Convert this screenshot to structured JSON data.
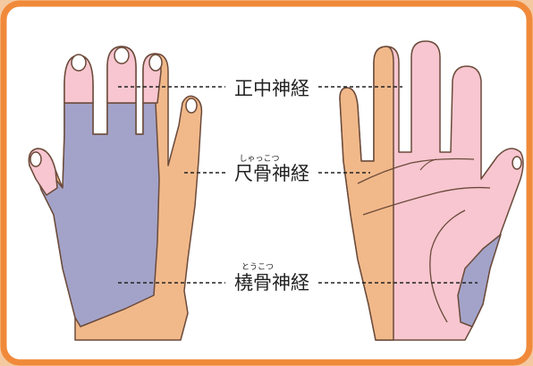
{
  "labels": {
    "median": {
      "text": "正中神経",
      "ruby": ""
    },
    "ulnar": {
      "text": "尺骨神経",
      "ruby": "しゃっこつ"
    },
    "radial": {
      "text": "橈骨神経",
      "ruby": "とうこつ"
    }
  },
  "colors": {
    "border": "#f08a3a",
    "background": "#ffffff",
    "median": "#f7c6d0",
    "ulnar": "#f1b98a",
    "radial": "#a3a3c9",
    "outline": "#6b4a3a",
    "nail": "#ffffff",
    "text": "#222222"
  }
}
